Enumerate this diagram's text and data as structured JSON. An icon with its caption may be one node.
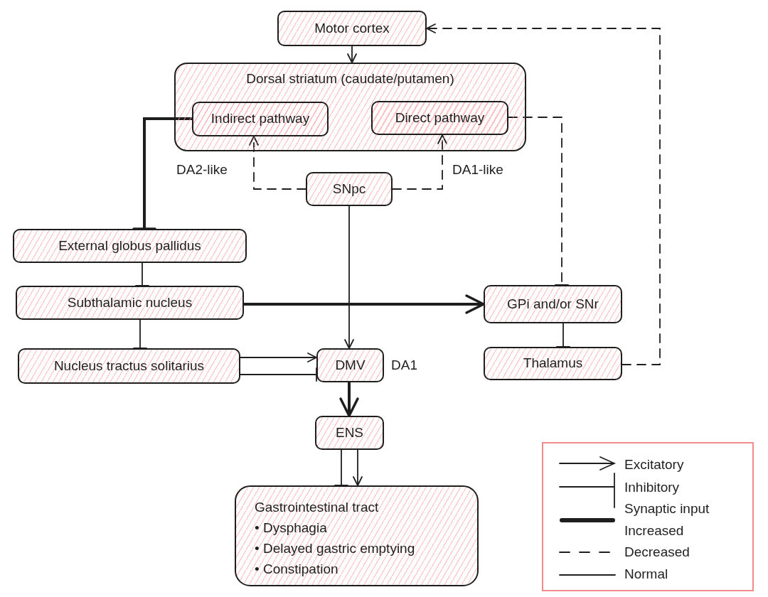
{
  "diagram": {
    "nodes": [
      {
        "text": [
          "Motor cortex"
        ]
      },
      {
        "text": [
          "Dorsal striatum (caudate/putamen)"
        ]
      },
      {
        "text": [
          "Indirect pathway"
        ],
        "in": 1
      },
      {
        "text": [
          "Direct pathway"
        ],
        "in": 1
      },
      {
        "text": [
          "SNpc"
        ]
      },
      {
        "text": [
          "External globus pallidus"
        ]
      },
      {
        "text": [
          "Subthalamic nucleus"
        ]
      },
      {
        "text": [
          "GPi and/or SNr"
        ]
      },
      {
        "text": [
          "Nucleus tractus solitarius"
        ]
      },
      {
        "text": [
          "DMV"
        ],
        "beside": [
          "DA1"
        ]
      },
      {
        "text": [
          "Thalamus"
        ]
      },
      {
        "text": [
          "ENS"
        ]
      },
      {
        "text": [
          "Gastrointestinal tract",
          "• Dysphagia",
          "• Delayed gastric emptying",
          "• Constipation"
        ]
      }
    ],
    "edges": [
      {
        "from": 0,
        "to": 1,
        "arrow": "to"
      },
      {
        "from": 2,
        "to": 5,
        "arrow": "other",
        "style": "thick"
      },
      {
        "from": 4,
        "to": 2,
        "arrow": "to",
        "label": "DA2-like",
        "style": "dashed"
      },
      {
        "from": 4,
        "to": 3,
        "arrow": "to",
        "label": "DA1-like",
        "style": "dashed"
      },
      {
        "from": 3,
        "to": 7,
        "arrow": "other",
        "style": "dashed"
      },
      {
        "from": 10,
        "to": 0,
        "arrow": "to",
        "style": "dashed"
      },
      {
        "from": 4,
        "to": 9,
        "arrow": "to"
      },
      {
        "from": 5,
        "to": 6,
        "arrow": "other"
      },
      {
        "from": 6,
        "to": 7,
        "arrow": "to",
        "style": "thick"
      },
      {
        "from": 6,
        "to": 8,
        "arrow": "other"
      },
      {
        "from": 7,
        "to": 10,
        "arrow": "other"
      },
      {
        "from": 8,
        "to": 9,
        "arrow": "to"
      },
      {
        "from": 8,
        "to": 9,
        "arrow": "other"
      },
      {
        "from": 9,
        "to": 11,
        "arrow": "to",
        "style": "thick"
      },
      {
        "from": 11,
        "to": 12,
        "arrow": "other"
      },
      {
        "from": 11,
        "to": 12,
        "arrow": "to"
      }
    ],
    "labels": [
      "Synaptic input"
    ],
    "legend": [
      {
        "text": "Excitatory"
      },
      {
        "text": "Inhibitory"
      },
      {
        "text": "Increased"
      },
      {
        "text": "Decreased"
      },
      {
        "text": "Normal"
      }
    ]
  }
}
